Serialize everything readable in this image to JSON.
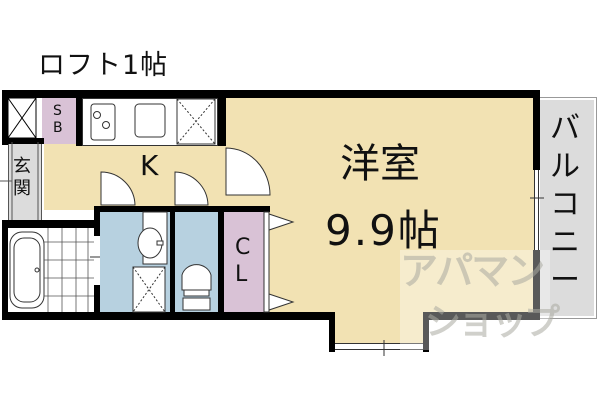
{
  "floorplan": {
    "loft_label": "ロフト1帖",
    "rooms": {
      "western_room": {
        "name": "洋室",
        "size": "9.9帖"
      },
      "kitchen": {
        "name": "K"
      },
      "closet": {
        "line1": "C",
        "line2": "L"
      },
      "shoe_box": {
        "line1": "S",
        "line2": "B"
      },
      "entrance": {
        "line1": "玄",
        "line2": "関"
      },
      "balcony": {
        "chars": [
          "バ",
          "ル",
          "コ",
          "ニ",
          "ー"
        ]
      }
    },
    "watermark": {
      "line1": "アパマン",
      "line2": "ショップ"
    },
    "colors": {
      "floor": "#f2e2b3",
      "wet_area": "#b7d1e0",
      "storage": "#d9c2d6",
      "balcony": "#dcdcdc",
      "wall": "#000000"
    }
  }
}
